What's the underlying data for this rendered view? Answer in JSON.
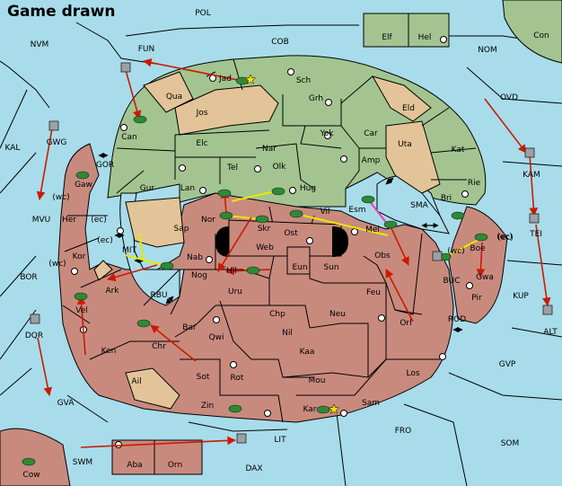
{
  "status": "Game drawn",
  "colors": {
    "water": "#a8dcea",
    "green": "#a3c490",
    "tan": "#e2c498",
    "red": "#c98a7e",
    "cream": "#e6ddc9",
    "arrow": "#cc1a00",
    "support": "#e8e800",
    "convoy": "#e040c0",
    "army": "#2f8a2f"
  },
  "labels": [
    {
      "id": "POL",
      "text": "POL"
    },
    {
      "id": "NVM",
      "text": "NVM"
    },
    {
      "id": "FUN",
      "text": "FUN"
    },
    {
      "id": "COB",
      "text": "COB"
    },
    {
      "id": "NOM",
      "text": "NOM"
    },
    {
      "id": "Con",
      "text": "Con"
    },
    {
      "id": "Elf",
      "text": "Elf"
    },
    {
      "id": "Hel",
      "text": "Hel"
    },
    {
      "id": "Jad",
      "text": "Jad"
    },
    {
      "id": "Sch",
      "text": "Sch"
    },
    {
      "id": "Qua",
      "text": "Qua"
    },
    {
      "id": "Jos",
      "text": "Jos"
    },
    {
      "id": "Grh",
      "text": "Grh"
    },
    {
      "id": "Eld",
      "text": "Eld"
    },
    {
      "id": "OVD",
      "text": "OVD"
    },
    {
      "id": "KAL",
      "text": "KAL"
    },
    {
      "id": "GWG",
      "text": "GWG"
    },
    {
      "id": "Can",
      "text": "Can"
    },
    {
      "id": "Elc",
      "text": "Elc"
    },
    {
      "id": "Nar",
      "text": "Nar"
    },
    {
      "id": "Yok",
      "text": "Yok"
    },
    {
      "id": "Car",
      "text": "Car"
    },
    {
      "id": "Uta",
      "text": "Uta"
    },
    {
      "id": "Kat",
      "text": "Kat"
    },
    {
      "id": "KAM",
      "text": "KAM"
    },
    {
      "id": "GOR",
      "text": "GOR"
    },
    {
      "id": "Tel",
      "text": "Tel"
    },
    {
      "id": "Olk",
      "text": "Olk"
    },
    {
      "id": "Amp",
      "text": "Amp"
    },
    {
      "id": "Rie",
      "text": "Rie"
    },
    {
      "id": "Gaw",
      "text": "Gaw"
    },
    {
      "id": "Gur",
      "text": "Gur"
    },
    {
      "id": "Lan",
      "text": "Lan"
    },
    {
      "id": "Hug",
      "text": "Hug"
    },
    {
      "id": "Bri",
      "text": "Bri"
    },
    {
      "id": "MVU",
      "text": "MVU"
    },
    {
      "id": "wc1",
      "text": "(wc)"
    },
    {
      "id": "Her",
      "text": "Her"
    },
    {
      "id": "ec1",
      "text": "(ec)"
    },
    {
      "id": "Nor",
      "text": "Nor"
    },
    {
      "id": "Skr",
      "text": "Skr"
    },
    {
      "id": "Vil",
      "text": "Vil"
    },
    {
      "id": "Esm",
      "text": "Esm"
    },
    {
      "id": "SMA",
      "text": "SMA"
    },
    {
      "id": "TEI",
      "text": "TEI"
    },
    {
      "id": "Sap",
      "text": "Sap"
    },
    {
      "id": "Web",
      "text": "Web"
    },
    {
      "id": "Ost",
      "text": "Ost"
    },
    {
      "id": "Mel",
      "text": "Mel"
    },
    {
      "id": "ec2",
      "text": "(ec)"
    },
    {
      "id": "MIT",
      "text": "MIT"
    },
    {
      "id": "ec3",
      "text": "(ec)"
    },
    {
      "id": "Kor",
      "text": "Kor"
    },
    {
      "id": "wc2",
      "text": "(wc)"
    },
    {
      "id": "Nab",
      "text": "Nab"
    },
    {
      "id": "Obs",
      "text": "Obs"
    },
    {
      "id": "wc3",
      "text": "(wc)"
    },
    {
      "id": "Boe",
      "text": "Boe"
    },
    {
      "id": "ec4",
      "text": "(ec)"
    },
    {
      "id": "BOR",
      "text": "BOR"
    },
    {
      "id": "Eun",
      "text": "Eun"
    },
    {
      "id": "Sun",
      "text": "Sun"
    },
    {
      "id": "Hil",
      "text": "Hil"
    },
    {
      "id": "Nog",
      "text": "Nog"
    },
    {
      "id": "BUC",
      "text": "BUC"
    },
    {
      "id": "Gwa",
      "text": "Gwa"
    },
    {
      "id": "KUP",
      "text": "KUP"
    },
    {
      "id": "Ark",
      "text": "Ark"
    },
    {
      "id": "RBU",
      "text": "RBU"
    },
    {
      "id": "Uru",
      "text": "Uru"
    },
    {
      "id": "Feu",
      "text": "Feu"
    },
    {
      "id": "Pir",
      "text": "Pir"
    },
    {
      "id": "Vel",
      "text": "Vel"
    },
    {
      "id": "Chp",
      "text": "Chp"
    },
    {
      "id": "Neu",
      "text": "Neu"
    },
    {
      "id": "ROD",
      "text": "ROD"
    },
    {
      "id": "ALT",
      "text": "ALT"
    },
    {
      "id": "Bar",
      "text": "Bar"
    },
    {
      "id": "Orl",
      "text": "Orl"
    },
    {
      "id": "DQR",
      "text": "DQR"
    },
    {
      "id": "Ken",
      "text": "Ken"
    },
    {
      "id": "Chr",
      "text": "Chr"
    },
    {
      "id": "Qwi",
      "text": "Qwi"
    },
    {
      "id": "Nil",
      "text": "Nil"
    },
    {
      "id": "Kaa",
      "text": "Kaa"
    },
    {
      "id": "GVP",
      "text": "GVP"
    },
    {
      "id": "Ail",
      "text": "Ail"
    },
    {
      "id": "Sot",
      "text": "Sot"
    },
    {
      "id": "Rot",
      "text": "Rot"
    },
    {
      "id": "Mou",
      "text": "Mou"
    },
    {
      "id": "Los",
      "text": "Los"
    },
    {
      "id": "GVA",
      "text": "GVA"
    },
    {
      "id": "Sam",
      "text": "Sam"
    },
    {
      "id": "Zin",
      "text": "Zin"
    },
    {
      "id": "Kar",
      "text": "Kar"
    },
    {
      "id": "FRO",
      "text": "FRO"
    },
    {
      "id": "LIT",
      "text": "LIT"
    },
    {
      "id": "SWM",
      "text": "SWM"
    },
    {
      "id": "SOM",
      "text": "SOM"
    },
    {
      "id": "Aba",
      "text": "Aba"
    },
    {
      "id": "Orn",
      "text": "Orn"
    },
    {
      "id": "DAX",
      "text": "DAX"
    },
    {
      "id": "Cow",
      "text": "Cow"
    }
  ]
}
